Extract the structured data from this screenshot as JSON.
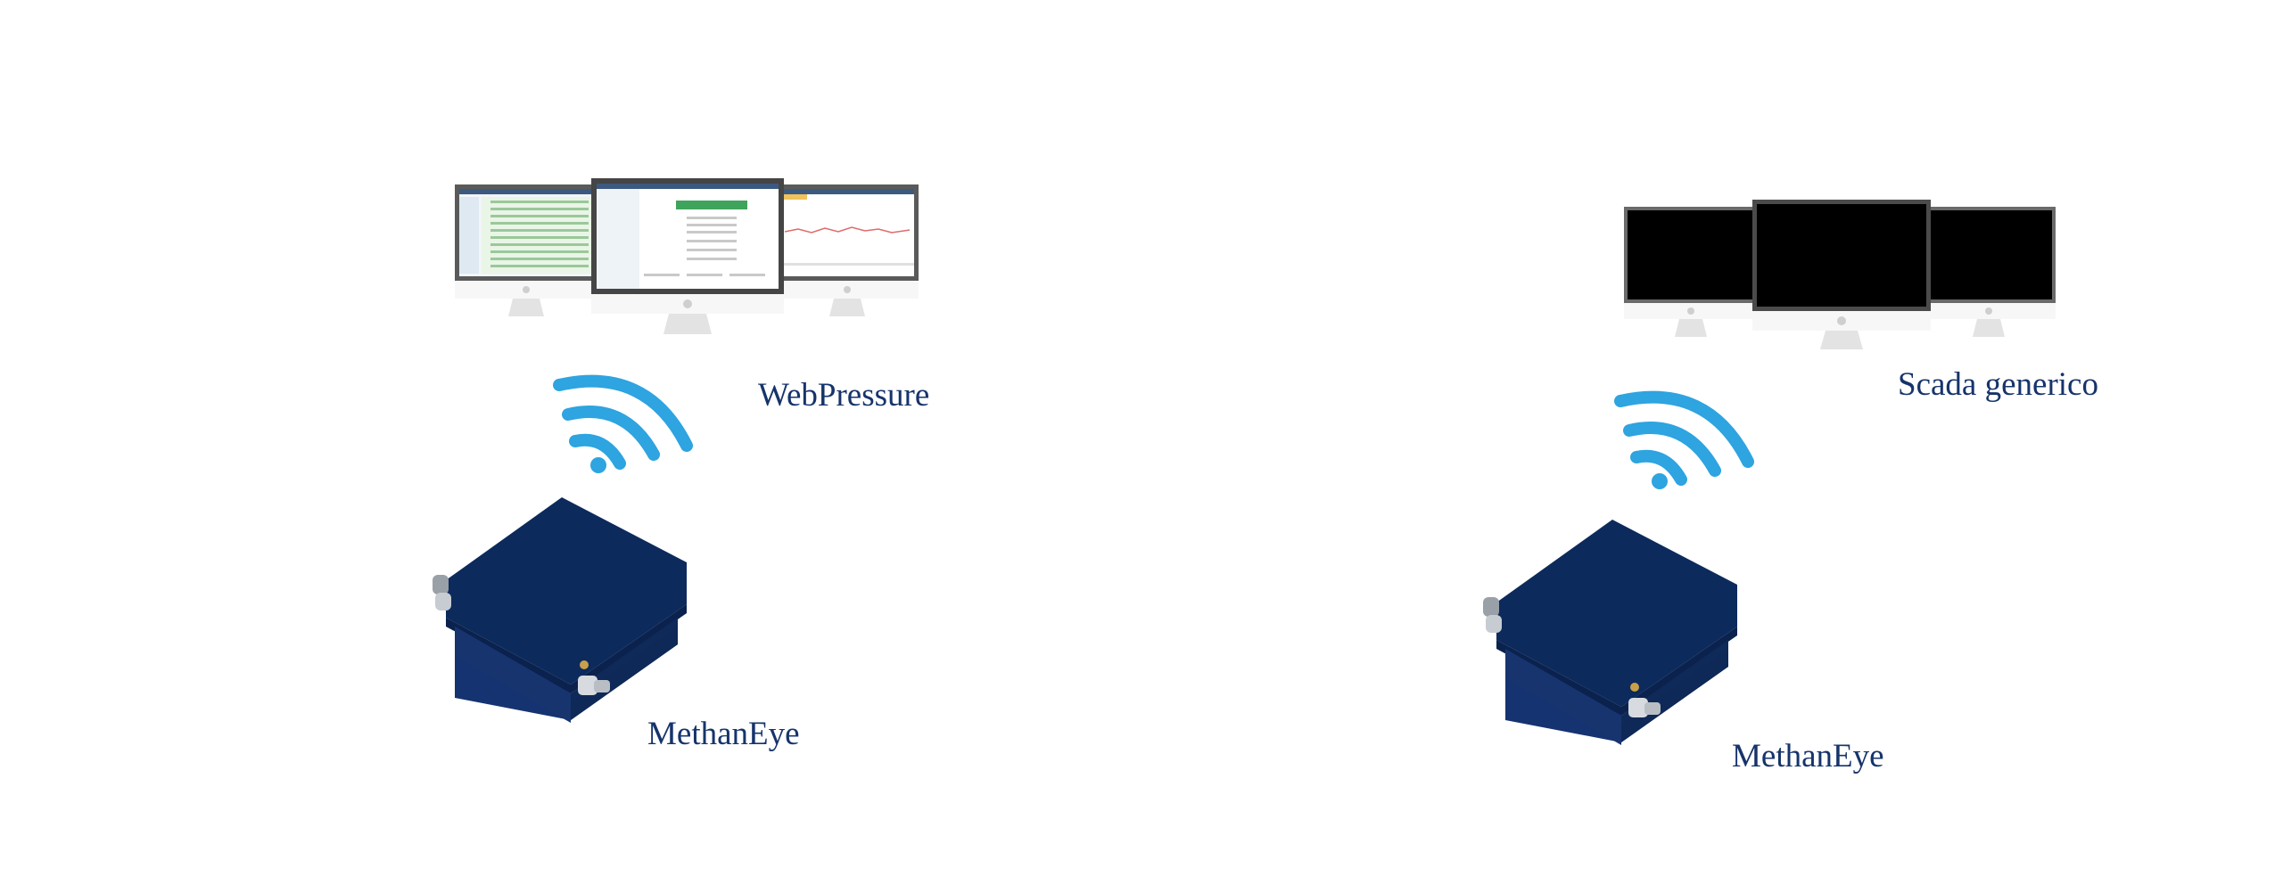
{
  "diagram": {
    "left": {
      "display_label": "WebPressure",
      "device_label": "MethanEye"
    },
    "right": {
      "display_label": "Scada generico",
      "device_label": "MethanEye"
    }
  },
  "colors": {
    "wifi": "#2ea4e0",
    "device_body": "#0f2f66",
    "device_top": "#0c2a5c",
    "label_text": "#16346b",
    "screen_black": "#000000",
    "bezel": "#4b4b4b",
    "web_accent": "#3fa45b"
  },
  "icons": {
    "monitor": "monitor-icon",
    "wifi": "wifi-icon",
    "device": "gas-sensor-box-icon"
  }
}
